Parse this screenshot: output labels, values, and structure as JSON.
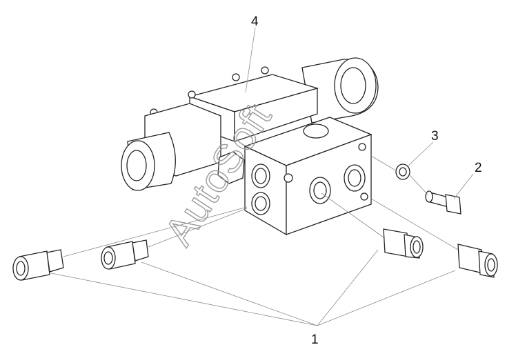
{
  "callouts": {
    "part_1": "1",
    "part_2": "2",
    "part_3": "3",
    "part_4": "4"
  },
  "watermark": "AutoSoft",
  "icons": [
    "hydraulic-valve-block",
    "solenoid-coil",
    "fitting",
    "bolt",
    "washer"
  ],
  "colors": {
    "line": "#222222",
    "leader": "#8a8a8a",
    "watermark": "#9a9a9a",
    "background": "#ffffff"
  }
}
